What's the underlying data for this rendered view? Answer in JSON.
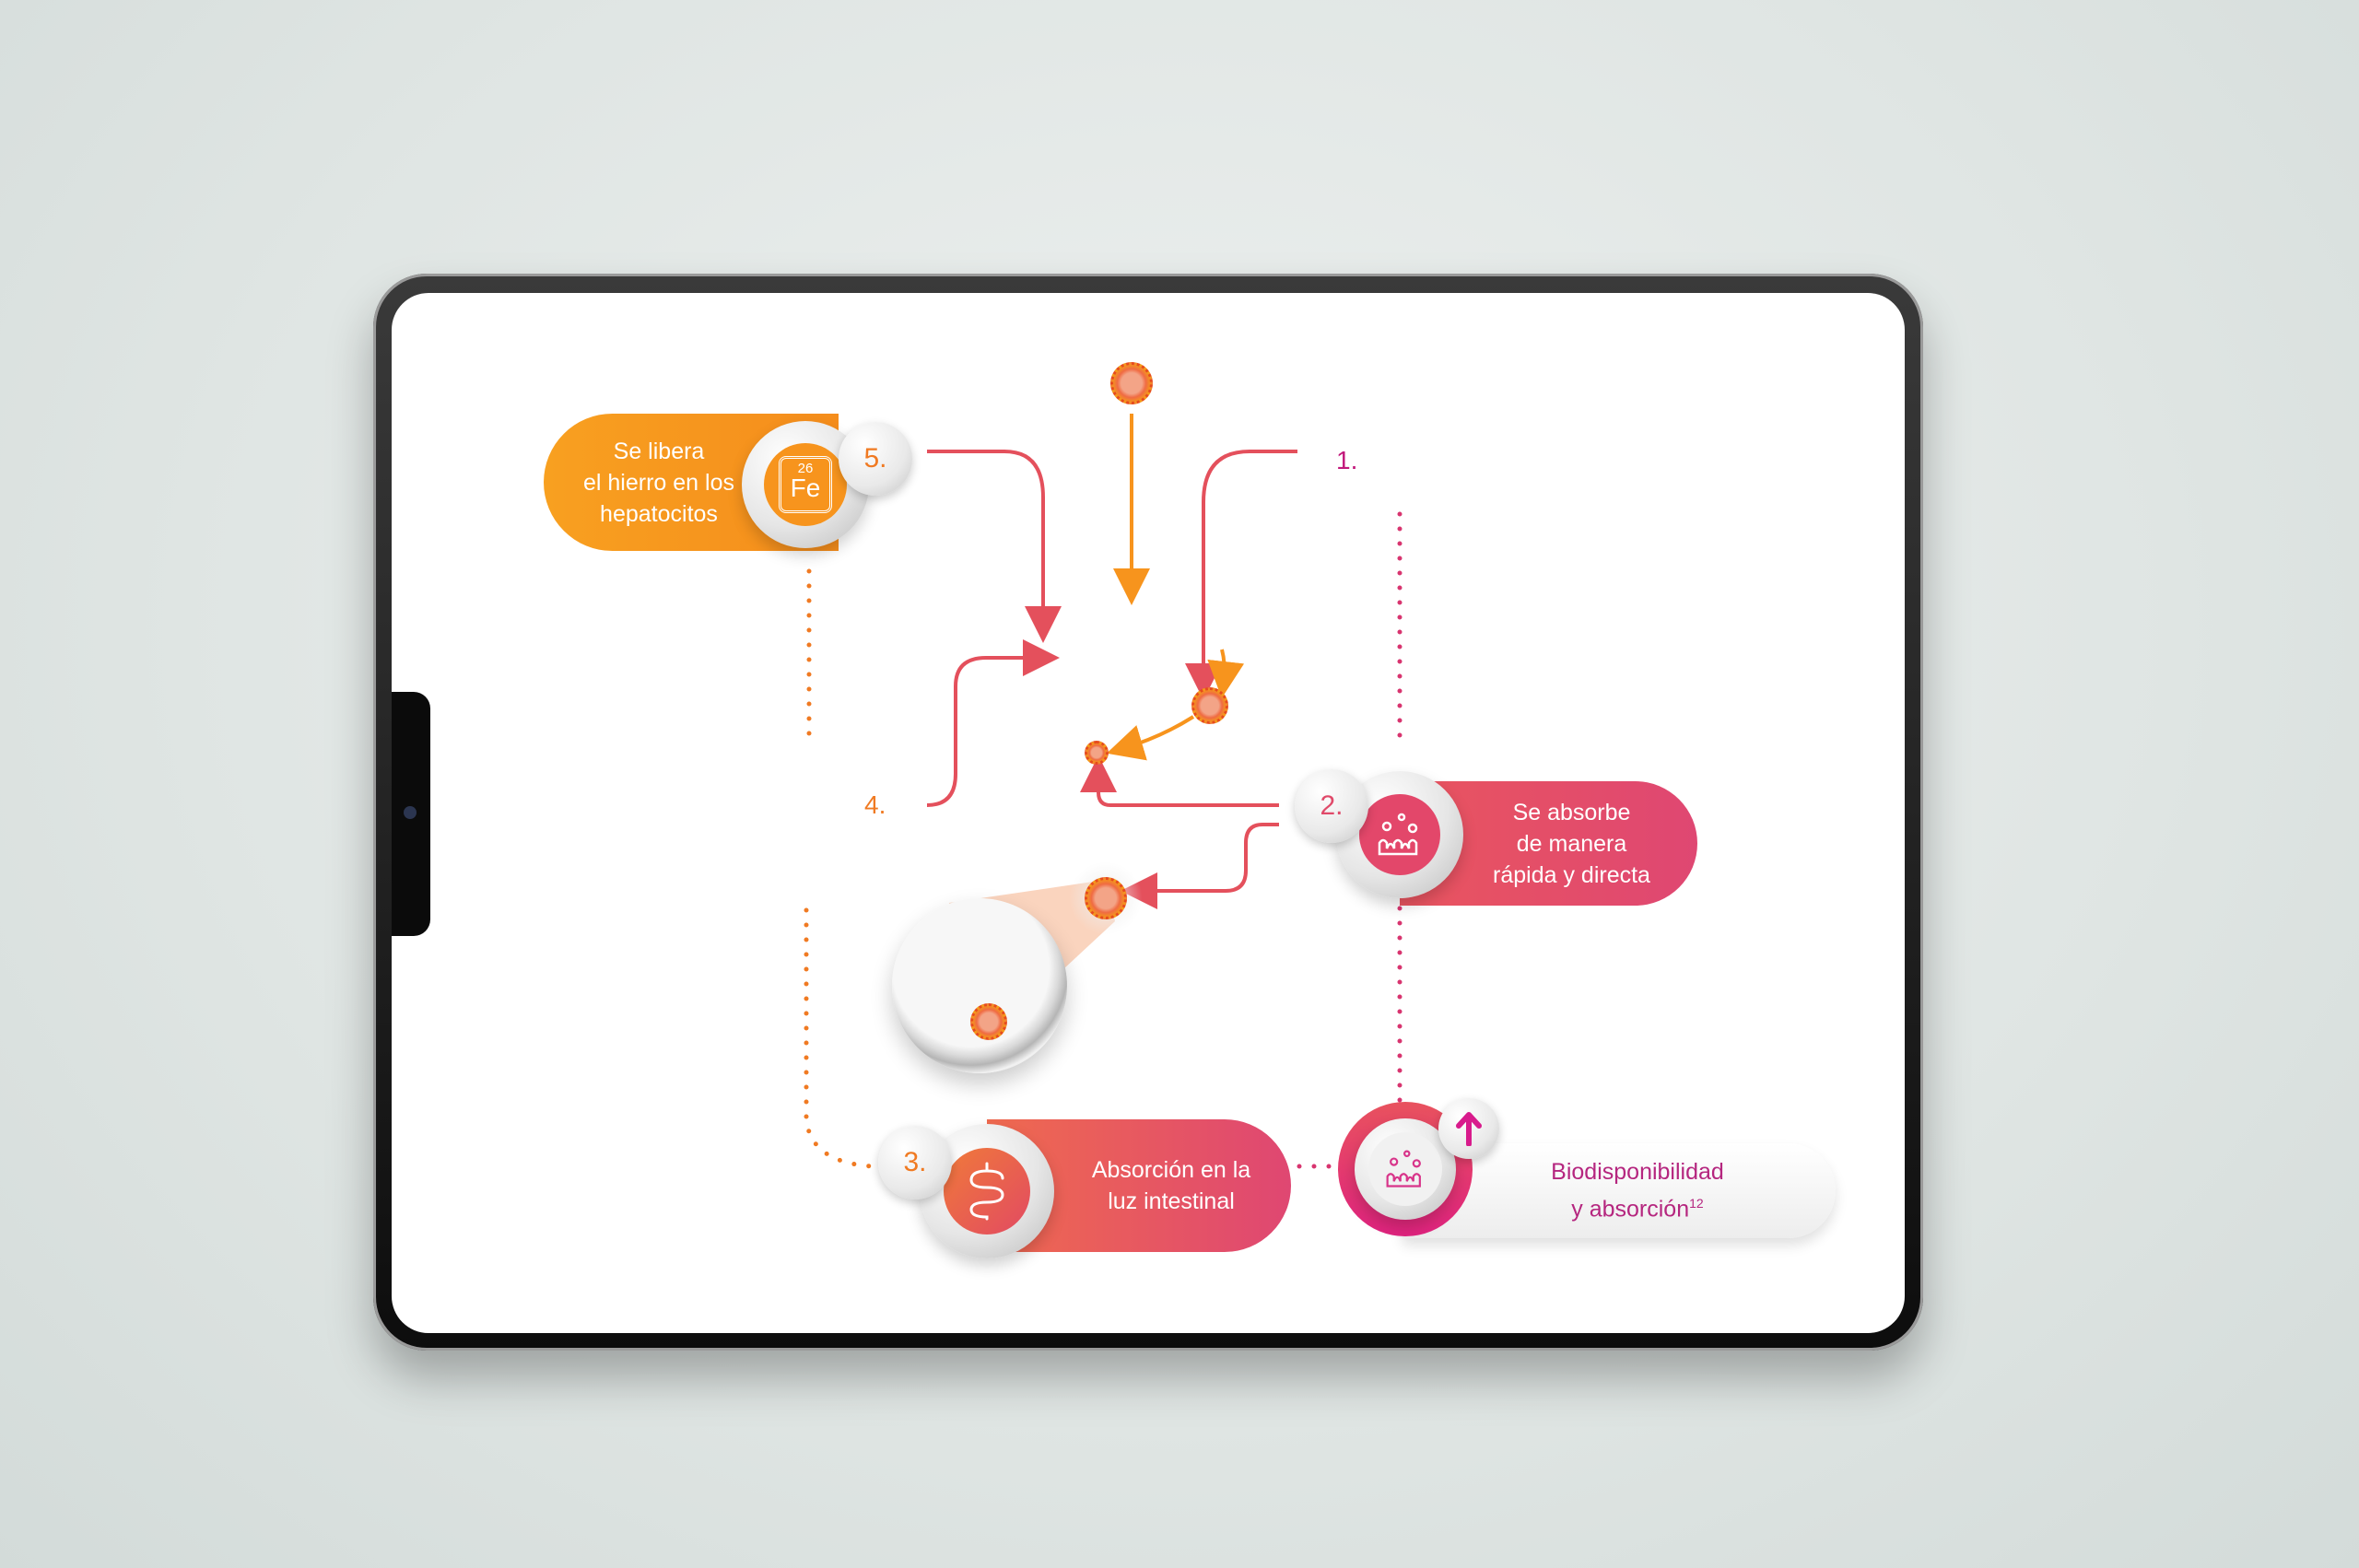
{
  "steps": [
    {
      "number": "5.",
      "text": [
        "Se libera",
        "el hierro en los",
        "hepatocitos"
      ],
      "icon": "iron-element-icon",
      "element_number": "26",
      "element_symbol": "Fe",
      "color": "#f7941d"
    },
    {
      "number": "1.",
      "color": "#c2187b"
    },
    {
      "number": "2.",
      "text": [
        "Se absorbe",
        "de manera",
        "rápida  y directa"
      ],
      "icon": "intestinal-villi-icon",
      "color": "#e04a6a"
    },
    {
      "number": "3.",
      "text": [
        "Absorción en la",
        "luz intestinal"
      ],
      "icon": "intestine-icon",
      "color": "#e9555f"
    },
    {
      "number": "4.",
      "color": "#f07a22"
    }
  ],
  "result": {
    "text": [
      "Biodisponibilidad",
      "y absorción"
    ],
    "superscript": "12",
    "icon": "arrow-up-icon",
    "color": "#c2187b"
  }
}
